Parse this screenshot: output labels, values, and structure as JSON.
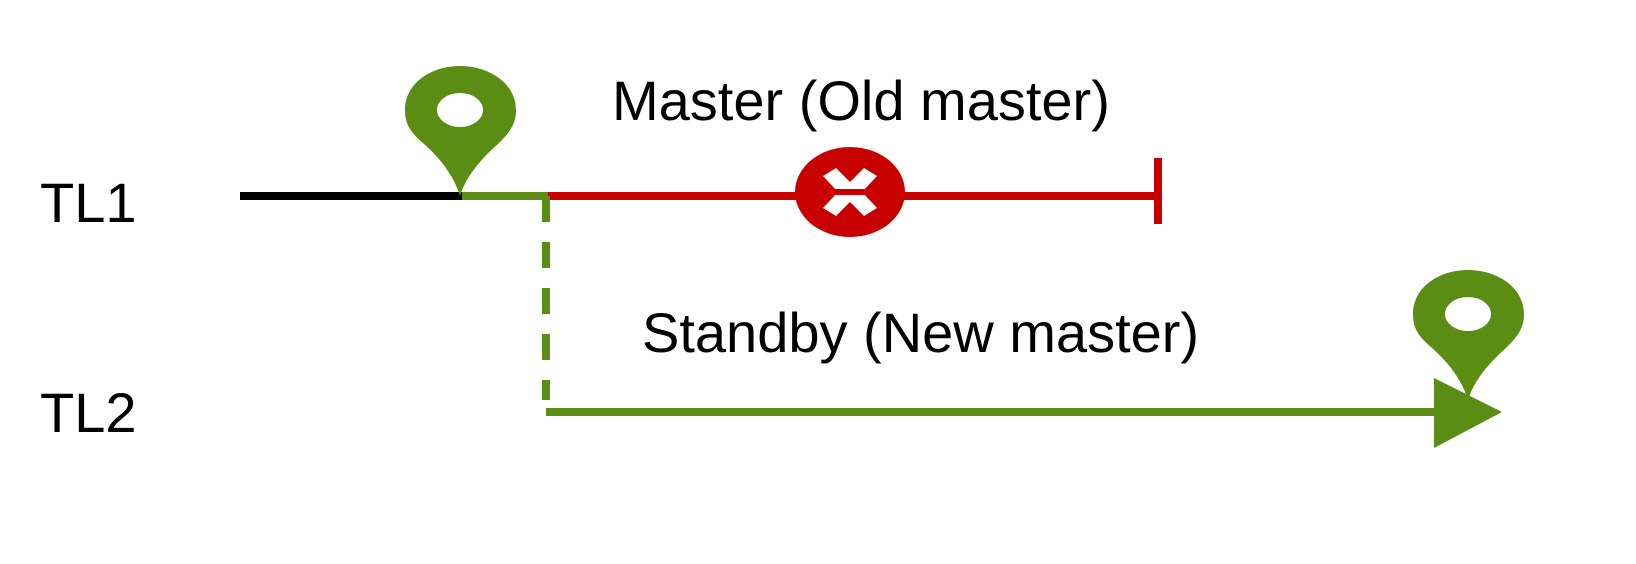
{
  "rows": [
    {
      "label": "TL1"
    },
    {
      "label": "TL2"
    }
  ],
  "branches": {
    "old_master_label": "Master (Old master)",
    "new_master_label": "Standby (New master)"
  },
  "icons": {
    "checkpoint_marker": "location-pin-icon",
    "failure_marker": "failure-x-icon",
    "timeline_end": "end-cap-icon",
    "timeline_continue": "arrow-right-icon"
  },
  "colors": {
    "history": "#000000",
    "healthy": "#5b8c14",
    "failed": "#c80000",
    "text": "#000000"
  }
}
